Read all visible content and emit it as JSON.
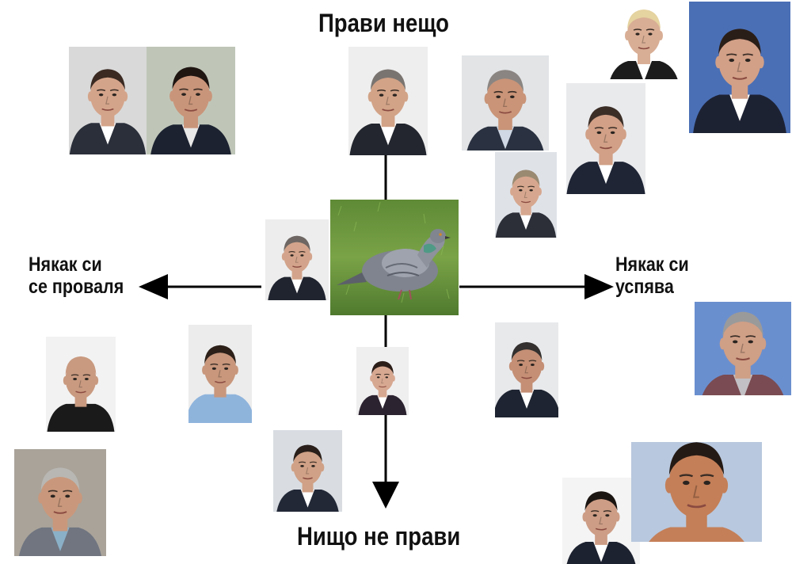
{
  "axes": {
    "top_label": "Прави нещо",
    "bottom_label": "Нищо не прави",
    "left_label": [
      "Някак си",
      "се проваля"
    ],
    "right_label": [
      "Някак си",
      "успява"
    ]
  },
  "center": {
    "image": "pigeon-photo"
  },
  "portraits": [
    {
      "id": "p1",
      "icon": "portrait-photo",
      "bg": "#d9d9d9",
      "skin": "#d4a48a",
      "hair": "#3a2a22",
      "shirt": "#ffffff",
      "suit": "#2b2f3a"
    },
    {
      "id": "p2",
      "icon": "portrait-photo",
      "bg": "#bfc6b8",
      "skin": "#c9957a",
      "hair": "#1f1612",
      "shirt": "#e8e8e8",
      "suit": "#1c2230"
    },
    {
      "id": "p3",
      "icon": "portrait-photo",
      "bg": "#eeeeee",
      "skin": "#d2a387",
      "hair": "#7a7470",
      "shirt": "#ffffff",
      "suit": "#23262e"
    },
    {
      "id": "p4",
      "icon": "portrait-photo",
      "bg": "#e2e4e6",
      "skin": "#c99478",
      "hair": "#8a8582",
      "shirt": "#cfd8e4",
      "suit": "#2a3140"
    },
    {
      "id": "p5",
      "icon": "portrait-photo",
      "bg": "#e9eaec",
      "skin": "#d1a086",
      "hair": "#3b2e27",
      "shirt": "#ffffff",
      "suit": "#1f2535"
    },
    {
      "id": "p6",
      "icon": "portrait-photo",
      "bg": "#dfe3e8",
      "skin": "#d6a78e",
      "hair": "#9a8a72",
      "shirt": "#ffffff",
      "suit": "#2d2f38"
    },
    {
      "id": "p7",
      "icon": "portrait-photo",
      "bg": "#4a6fb5",
      "skin": "#d2a087",
      "hair": "#2a1e18",
      "shirt": "#ffffff",
      "suit": "#1d2233"
    },
    {
      "id": "p8",
      "icon": "portrait-photo",
      "bg": "#ffffff",
      "skin": "#d8ae95",
      "hair": "#e5d3a0",
      "shirt": "#ffffff",
      "suit": "#1c1c1c"
    },
    {
      "id": "p9",
      "icon": "portrait-photo",
      "bg": "#ededed",
      "skin": "#d3a48b",
      "hair": "#6d6663",
      "shirt": "#ffffff",
      "suit": "#20242f"
    },
    {
      "id": "p10",
      "icon": "portrait-photo",
      "bg": "#ececec",
      "skin": "#c8977c",
      "hair": "#2c2019",
      "shirt": "#8fb4dc",
      "suit": "#8fb4dc"
    },
    {
      "id": "p11",
      "icon": "portrait-photo",
      "bg": "#f0eff0",
      "skin": "#d7a891",
      "hair": "#2b1d18",
      "shirt": "#ffffff",
      "suit": "#2c2330"
    },
    {
      "id": "p12",
      "icon": "portrait-photo",
      "bg": "#e8e9eb",
      "skin": "#c48f75",
      "hair": "#33302f",
      "shirt": "#ffffff",
      "suit": "#1e2431"
    },
    {
      "id": "p13",
      "icon": "portrait-photo",
      "bg": "#6a8fcf",
      "skin": "#cf9f86",
      "hair": "#9a9a9a",
      "shirt": "#c2c0c4",
      "suit": "#7a4b52"
    },
    {
      "id": "p14",
      "icon": "portrait-photo",
      "bg": "#f2f2f2",
      "skin": "#c99a80",
      "hair": "#c99a80",
      "shirt": "#1a1a1a",
      "suit": "#1a1a1a"
    },
    {
      "id": "p15",
      "icon": "portrait-photo",
      "bg": "#d9dde2",
      "skin": "#d0a186",
      "hair": "#2a1f1a",
      "shirt": "#ffffff",
      "suit": "#222836"
    },
    {
      "id": "p16",
      "icon": "portrait-photo",
      "bg": "#a9a39a",
      "skin": "#c9987c",
      "hair": "#b9b7b3",
      "shirt": "#8ab0c7",
      "suit": "#707580"
    },
    {
      "id": "p17",
      "icon": "portrait-photo",
      "bg": "#f4f4f4",
      "skin": "#cd9d85",
      "hair": "#1b1512",
      "shirt": "#ffffff",
      "suit": "#1d2230"
    },
    {
      "id": "p18",
      "icon": "portrait-photo",
      "bg": "#b8c8de",
      "skin": "#c47f58",
      "hair": "#241a15",
      "shirt": "#c47f58",
      "suit": "#c47f58"
    }
  ]
}
